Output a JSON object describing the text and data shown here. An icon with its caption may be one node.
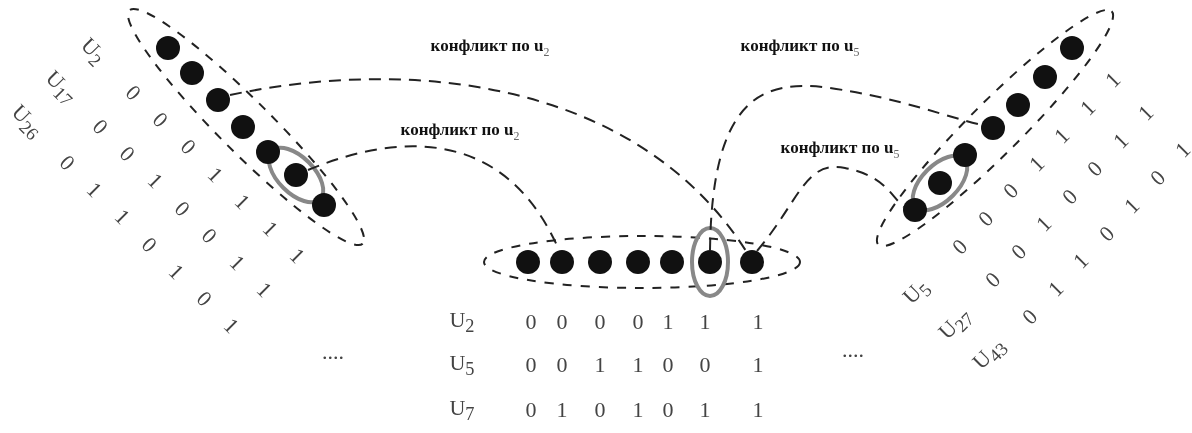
{
  "diagram": {
    "nodes": [
      {
        "text": [],
        "shape": "circle"
      },
      {
        "text": [],
        "shape": "circle"
      },
      {
        "text": [],
        "shape": "circle"
      },
      {
        "text": [],
        "shape": "circle"
      },
      {
        "text": [],
        "shape": "circle"
      },
      {
        "text": [],
        "shape": "circle"
      },
      {
        "text": [],
        "shape": "circle"
      },
      {
        "text": [],
        "shape": "circle"
      },
      {
        "text": [],
        "shape": "circle"
      },
      {
        "text": [],
        "shape": "circle"
      },
      {
        "text": [],
        "shape": "circle"
      },
      {
        "text": [],
        "shape": "circle"
      },
      {
        "text": [],
        "shape": "circle"
      },
      {
        "text": [],
        "shape": "circle"
      },
      {
        "text": [],
        "shape": "circle"
      },
      {
        "text": [],
        "shape": "circle"
      },
      {
        "text": [],
        "shape": "circle"
      },
      {
        "text": [],
        "shape": "circle"
      },
      {
        "text": [],
        "shape": "circle"
      },
      {
        "text": [],
        "shape": "circle"
      },
      {
        "text": [],
        "shape": "circle"
      }
    ],
    "edges": [
      {
        "from": 2,
        "to": 13,
        "arrow": "none",
        "style": "dashed",
        "label": "конфликт по u$_{2}$"
      },
      {
        "from": 5,
        "to": 8,
        "arrow": "none",
        "style": "dashed",
        "label": "конфликт по u$_{2}$"
      },
      {
        "from": 12,
        "to": 17,
        "arrow": "none",
        "style": "dashed",
        "label": "конфликт по u$_{5}$"
      },
      {
        "from": 13,
        "to": 14,
        "arrow": "none",
        "style": "dashed",
        "label": "конфликт по u$_{5}$"
      }
    ],
    "labels": [
      "U$_{2}$",
      "0",
      "0",
      "0",
      "1",
      "1",
      "1",
      "1",
      "U$_{17}$",
      "0",
      "0",
      "1",
      "0",
      "0",
      "1",
      "1",
      "U$_{26}$",
      "0",
      "1",
      "1",
      "0",
      "1",
      "0",
      "1",
      "....",
      "U$_{2}$",
      "0",
      "0",
      "0",
      "0",
      "1",
      "1",
      "1",
      "U$_{5}$",
      "0",
      "0",
      "1",
      "1",
      "0",
      "0",
      "1",
      "U$_{7}$",
      "0",
      "1",
      "0",
      "1",
      "0",
      "1",
      "1",
      "....",
      "U$_{5}$",
      "0",
      "0",
      "0",
      "1",
      "1",
      "1",
      "1",
      "U$_{27}$",
      "0",
      "0",
      "1",
      "0",
      "0",
      "1",
      "1",
      "U$_{43}$",
      "0",
      "1",
      "1",
      "0",
      "1",
      "0",
      "1"
    ]
  }
}
